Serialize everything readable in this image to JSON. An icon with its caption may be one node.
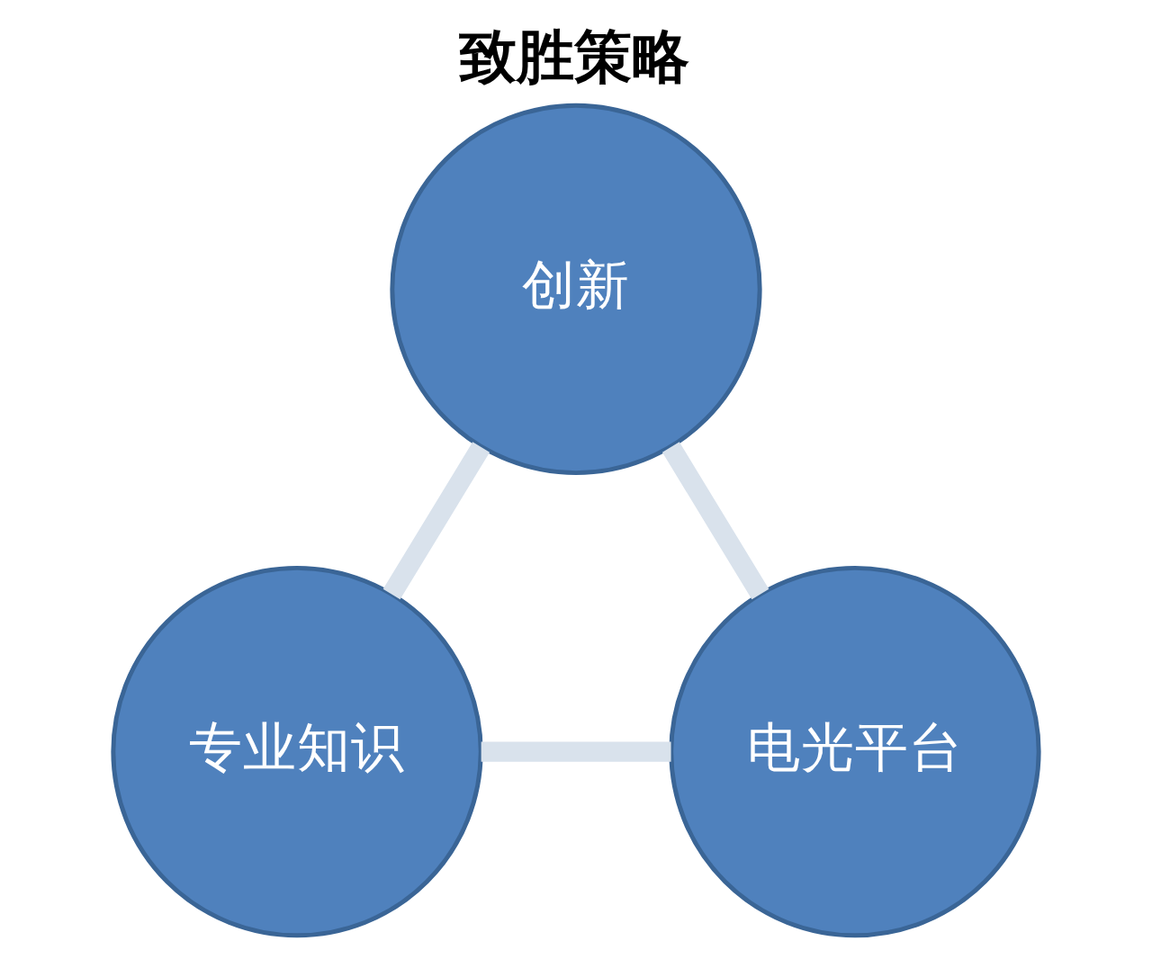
{
  "diagram": {
    "title": "致胜策略",
    "nodes": [
      {
        "text": [
          "创新"
        ]
      },
      {
        "text": [
          "专业知识"
        ]
      },
      {
        "text": [
          "电光平台"
        ]
      }
    ],
    "edges": [
      {
        "from": 0,
        "to": 1,
        "arrow": "none",
        "color": "#d9e2ec"
      },
      {
        "from": 1,
        "to": 2,
        "arrow": "none",
        "color": "#d9e2ec"
      },
      {
        "from": 0,
        "to": 2,
        "arrow": "none",
        "color": "#d9e2ec"
      }
    ]
  }
}
